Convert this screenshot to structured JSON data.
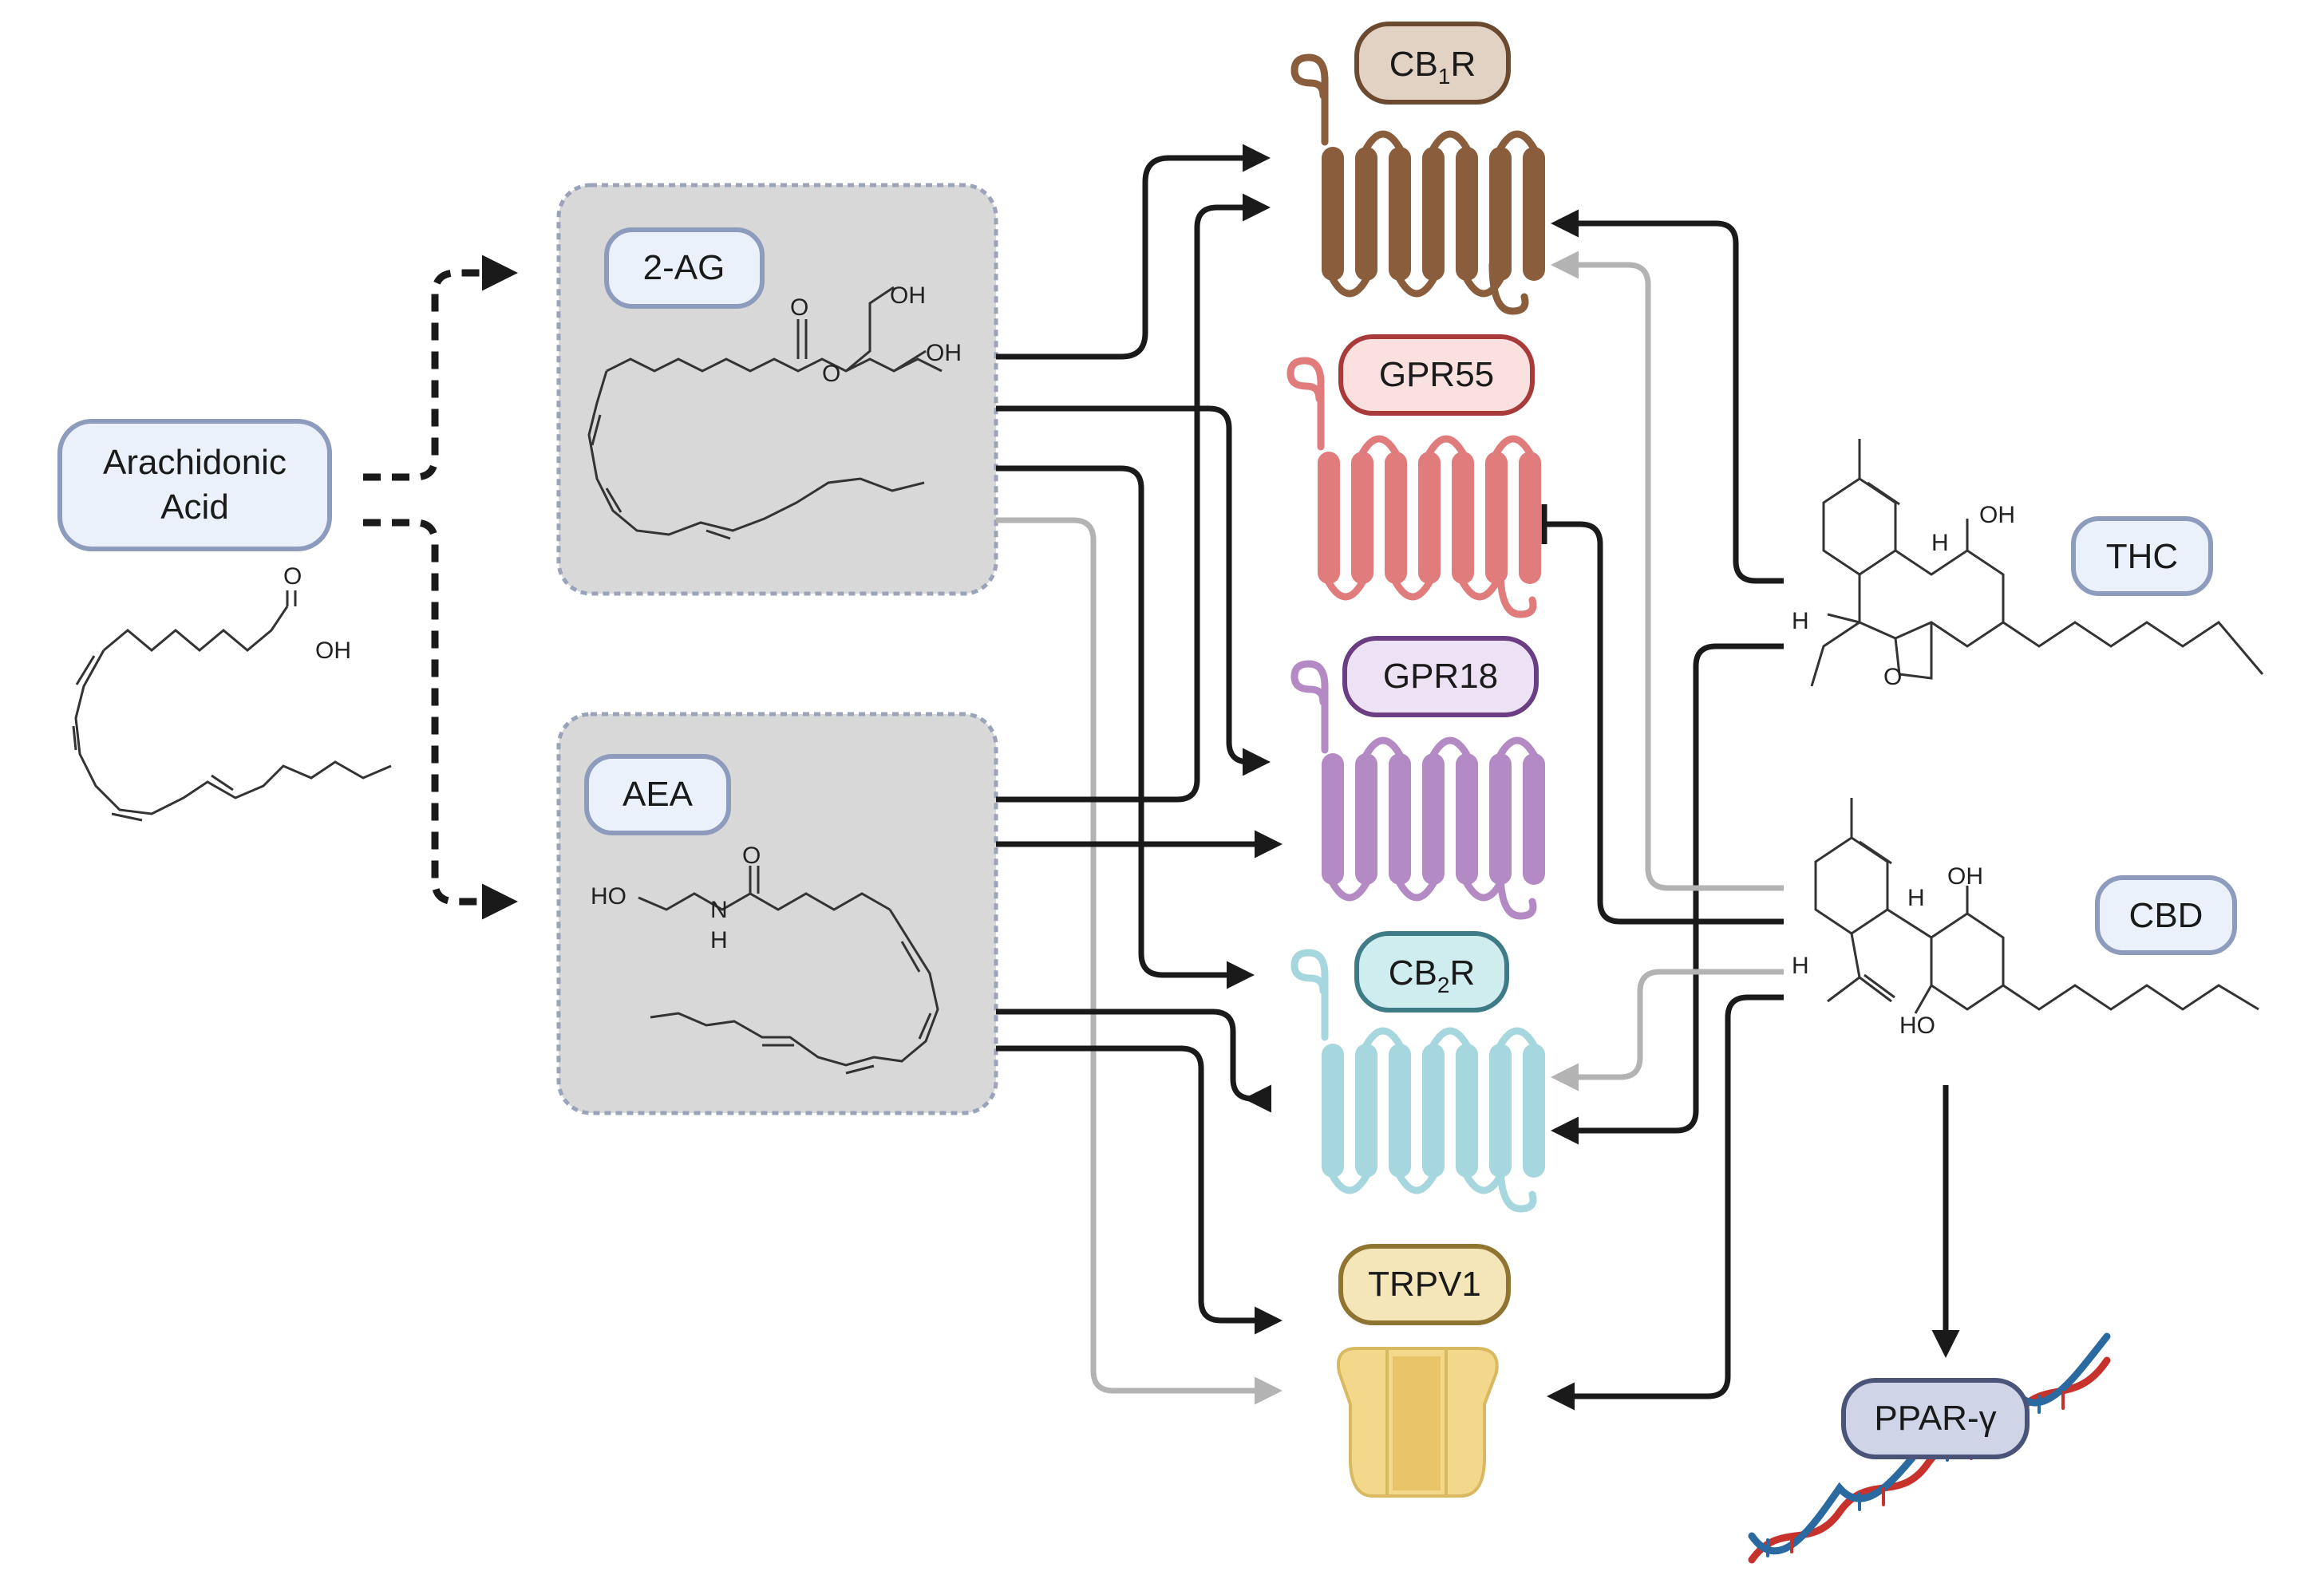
{
  "labels": {
    "precursor_line1": "Arachidonic",
    "precursor_line2": "Acid",
    "ag": "2-AG",
    "aea": "AEA",
    "thc": "THC",
    "cbd": "CBD",
    "cb1_main": "CB",
    "cb1_sub": "1",
    "cb1_tail": "R",
    "cb2_main": "CB",
    "cb2_sub": "2",
    "cb2_tail": "R",
    "gpr55": "GPR55",
    "gpr18": "GPR18",
    "trpv1": "TRPV1",
    "ppar": "PPAR-γ"
  },
  "atoms": {
    "oh": "OH",
    "o": "O",
    "ho": "HO",
    "n": "N",
    "h": "H"
  },
  "colors": {
    "cb1": "#8a5e3c",
    "cb1_pill": "#e2d2c4",
    "gpr55": "#e07c7c",
    "gpr55_pill": "#fbe0e0",
    "gpr18": "#b48ac4",
    "gpr18_pill": "#ede2f3",
    "cb2": "#a6d7de",
    "cb2_pill": "#cfecef",
    "trpv1": "#f3d88c",
    "trpv1_pill": "#f4e6b8",
    "ppar_pill": "#cfd4e7",
    "label_pill": "#eaf1fa",
    "label_border": "#8d9bbc",
    "group_box": "#d8d8d8",
    "arrow_dark": "#1a1a1a",
    "arrow_light": "#b3b3b3",
    "dna_red": "#c8322c",
    "dna_blue": "#2a6aa0"
  }
}
